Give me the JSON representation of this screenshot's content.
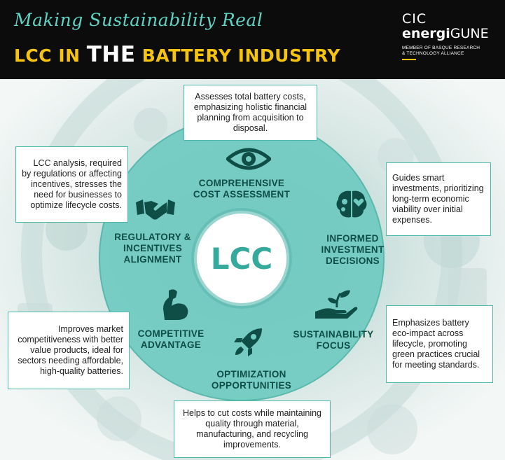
{
  "header": {
    "tagline": "Making Sustainability Real",
    "title_part1": "LCC IN ",
    "title_part2": "THE",
    "title_part3": " BATTERY INDUSTRY",
    "logo_line1": "CIC",
    "logo_line2a": "energi",
    "logo_line2b": "GUNE",
    "logo_sub1": "MEMBER OF BASQUE RESEARCH",
    "logo_sub2": "& TECHNOLOGY ALLIANCE"
  },
  "center_label": "LCC",
  "segments": {
    "cost": {
      "title1": "COMPREHENSIVE",
      "title2": "COST ASSESSMENT",
      "desc": "Assesses total battery costs, emphasizing holistic financial planning from acquisition to disposal.",
      "icon": "eye-icon"
    },
    "investment": {
      "title1": "INFORMED",
      "title2": "INVESTMENT",
      "title3": "DECISIONS",
      "desc": "Guides smart investments, prioritizing long-term economic viability over initial expenses.",
      "icon": "brain-icon"
    },
    "sustainability": {
      "title1": "SUSTAINABILITY",
      "title2": "FOCUS",
      "desc": "Emphasizes battery eco-impact across lifecycle, promoting green practices crucial for meeting standards.",
      "icon": "plant-hand-icon"
    },
    "optimization": {
      "title1": "OPTIMIZATION",
      "title2": "OPPORTUNITIES",
      "desc": "Helps to cut costs while maintaining quality through material, manufacturing, and recycling improvements.",
      "icon": "rocket-icon"
    },
    "competitive": {
      "title1": "COMPETITIVE",
      "title2": "ADVANTAGE",
      "desc": "Improves market competitiveness with better value products, ideal for sectors needing affordable, high-quality batteries.",
      "icon": "flexed-arm-icon"
    },
    "regulatory": {
      "title1": "REGULATORY &",
      "title2": "INCENTIVES",
      "title3": "ALIGNMENT",
      "desc": "LCC analysis, required by regulations or affecting incentives, stresses the need for businesses to optimize lifecycle costs.",
      "icon": "handshake-icon"
    }
  },
  "colors": {
    "accent": "#5dd3c3",
    "title_yellow": "#f6c40e",
    "wheel": "#6fcac0",
    "label": "#0f4d47",
    "lcc_text": "#36a99d"
  }
}
